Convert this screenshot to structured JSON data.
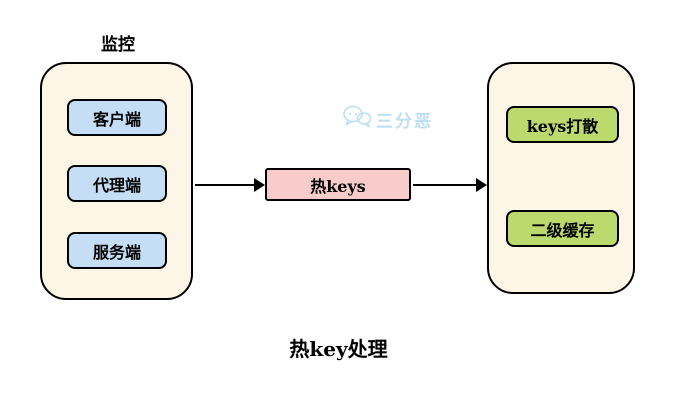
{
  "diagram": {
    "title": "热key处理",
    "monitor_label": "监控",
    "left_group": {
      "items": [
        {
          "label": "客户端"
        },
        {
          "label": "代理端"
        },
        {
          "label": "服务端"
        }
      ]
    },
    "center_node": {
      "label": "热keys"
    },
    "right_group": {
      "items": [
        {
          "label": "keys打散"
        },
        {
          "label": "二级缓存"
        }
      ]
    },
    "watermark": {
      "text": "三分恶"
    }
  },
  "colors": {
    "container_bg": "#fdf6e7",
    "container_border": "#000000",
    "blue_node_bg": "#c5def6",
    "pink_node_bg": "#f9cccc",
    "green_node_bg": "#bcd96e",
    "watermark_blue": "#bedff1",
    "arrow_black": "#000000"
  }
}
